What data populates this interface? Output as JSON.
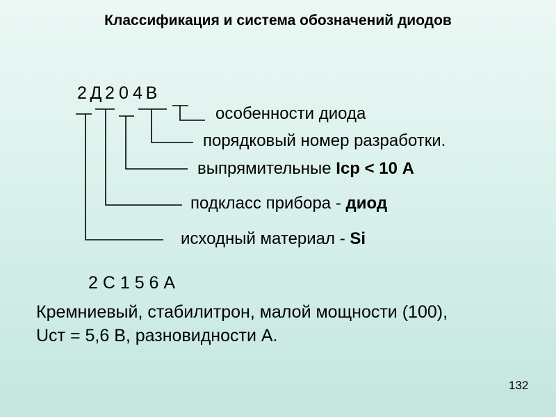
{
  "title": "Классификация и система обозначений диодов",
  "code1": [
    "2",
    "Д",
    "2",
    "0",
    "4",
    "В"
  ],
  "labels": {
    "features": "особенности диода",
    "serial": "порядковый номер разработки.",
    "rectifier_prefix": "выпрямительные ",
    "rectifier_value": "Iср < 10 А",
    "subclass_prefix": "подкласс прибора - ",
    "subclass_value": "диод",
    "material_prefix": "исходный материал - ",
    "material_value": "Si"
  },
  "code2": "2 С 1 5 6 А",
  "description": {
    "line1": "Кремниевый, стабилитрон, малой мощности (100),",
    "line2": "Uст = 5,6 В, разновидности А."
  },
  "page_number": "132"
}
